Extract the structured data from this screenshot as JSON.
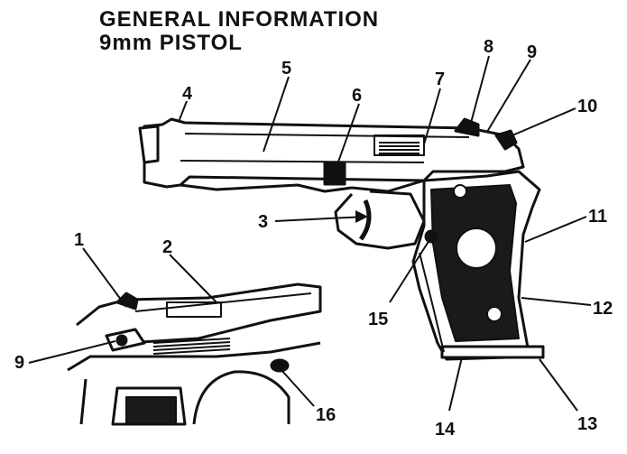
{
  "title": {
    "line1": "GENERAL INFORMATION",
    "line2": "9mm PISTOL"
  },
  "callouts": [
    "4",
    "5",
    "6",
    "7",
    "8",
    "9",
    "10",
    "3",
    "11",
    "12",
    "15",
    "14",
    "13",
    "1",
    "2",
    "9",
    "16"
  ],
  "colors": {
    "ink": "#111111",
    "paper": "#ffffff"
  }
}
